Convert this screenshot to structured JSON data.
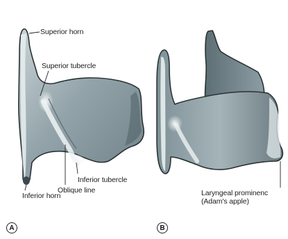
{
  "panels": [
    {
      "marker": "A",
      "labels": {
        "superior_horn": "Superior horn",
        "superior_tubercle": "Superior tubercle",
        "inferior_tubercle": "Inferior tubercle",
        "oblique_line": "Oblique line",
        "inferior_horn": "Inferior horn"
      }
    },
    {
      "marker": "B",
      "labels": {
        "laryngeal_prominence": "Laryngeal prominenc",
        "adams_apple": "(Adam's apple)"
      }
    }
  ],
  "colors": {
    "cartilage_fill": "#8fa1a7",
    "cartilage_light": "#dfe6e8",
    "cartilage_shadow": "#4f6066",
    "outline": "#2a3336",
    "leader_line": "#222222"
  }
}
